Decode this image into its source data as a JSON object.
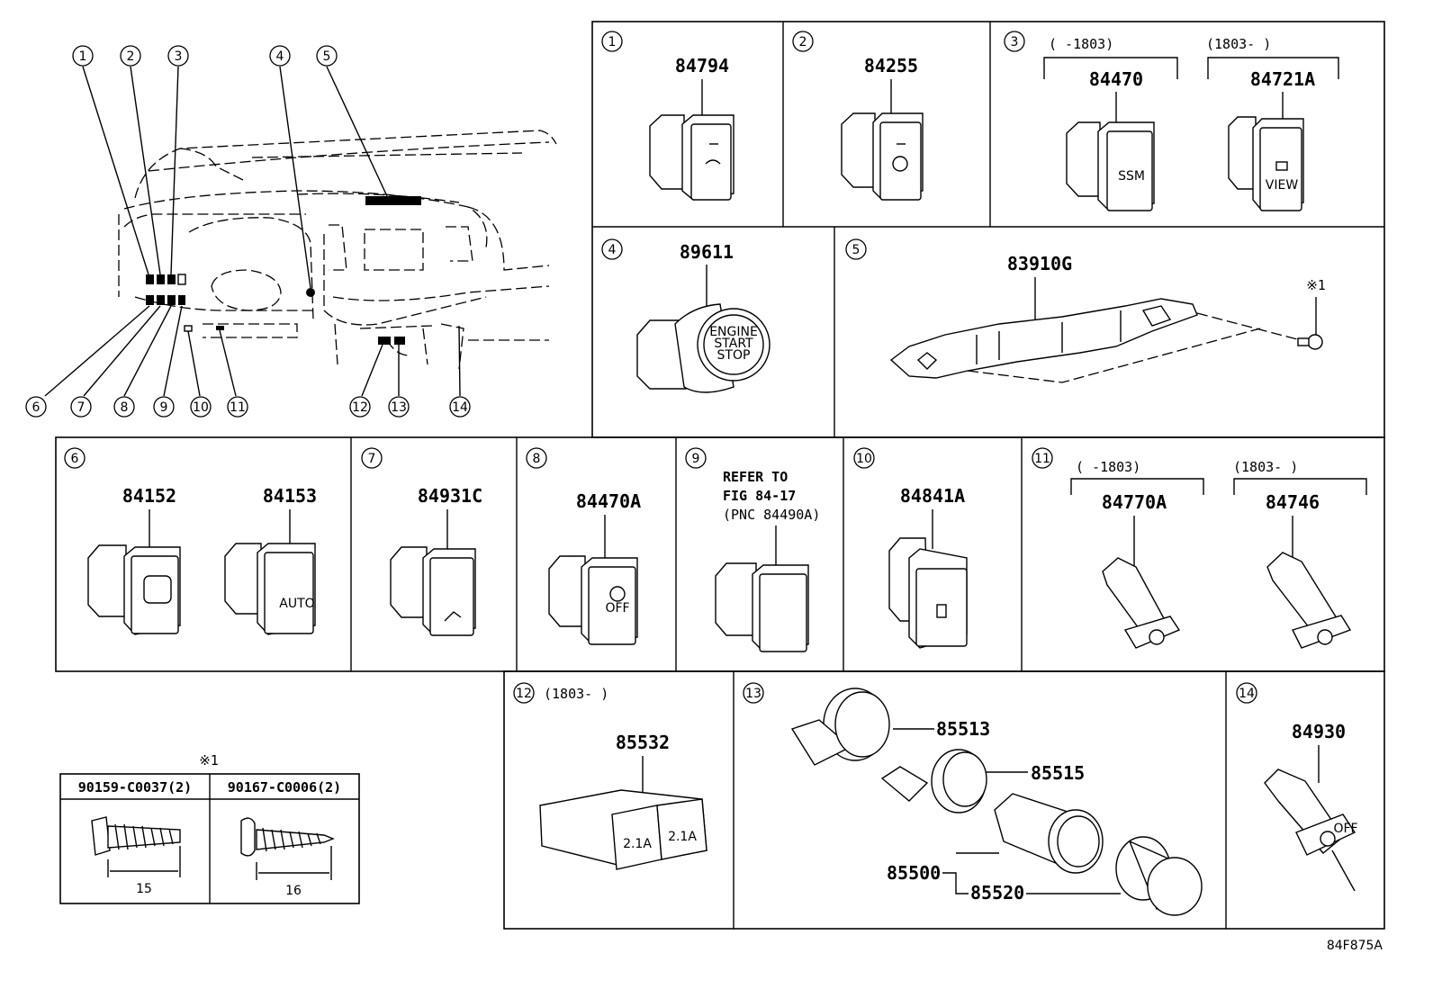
{
  "diagram_code": "84F875A",
  "overview_callouts": [
    "1",
    "2",
    "3",
    "4",
    "5",
    "6",
    "7",
    "8",
    "9",
    "10",
    "11",
    "12",
    "13",
    "14"
  ],
  "panels": {
    "p1": {
      "num": "1",
      "parts": [
        "84794"
      ]
    },
    "p2": {
      "num": "2",
      "parts": [
        "84255"
      ]
    },
    "p3": {
      "num": "3",
      "ranges": [
        "(     -1803)",
        "(1803-     )"
      ],
      "parts": [
        "84470",
        "84721A"
      ],
      "labels": [
        "SSM",
        "VIEW"
      ]
    },
    "p4": {
      "num": "4",
      "parts": [
        "89611"
      ],
      "labels": [
        "ENGINE",
        "START",
        "STOP"
      ]
    },
    "p5": {
      "num": "5",
      "parts": [
        "83910G"
      ],
      "ref": "※1"
    },
    "p6": {
      "num": "6",
      "parts": [
        "84152",
        "84153"
      ],
      "labels": [
        "AUTO"
      ]
    },
    "p7": {
      "num": "7",
      "parts": [
        "84931C"
      ]
    },
    "p8": {
      "num": "8",
      "parts": [
        "84470A"
      ],
      "labels": [
        "OFF"
      ]
    },
    "p9": {
      "num": "9",
      "refer": [
        "REFER TO",
        "FIG 84-17",
        "(PNC 84490A)"
      ]
    },
    "p10": {
      "num": "10",
      "parts": [
        "84841A"
      ]
    },
    "p11": {
      "num": "11",
      "ranges": [
        "(     -1803)",
        "(1803-     )"
      ],
      "parts": [
        "84770A",
        "84746"
      ]
    },
    "p12": {
      "num": "12",
      "range": "(1803-     )",
      "parts": [
        "85532"
      ],
      "labels": [
        "2.1A",
        "2.1A"
      ]
    },
    "p13": {
      "num": "13",
      "parts": [
        "85513",
        "85515",
        "85500",
        "85520"
      ]
    },
    "p14": {
      "num": "14",
      "parts": [
        "84930"
      ],
      "labels": [
        "OFF"
      ]
    }
  },
  "fasteners": {
    "ref": "※1",
    "items": [
      {
        "part": "90159-C0037(2)",
        "length": "15"
      },
      {
        "part": "90167-C0006(2)",
        "length": "16"
      }
    ]
  }
}
